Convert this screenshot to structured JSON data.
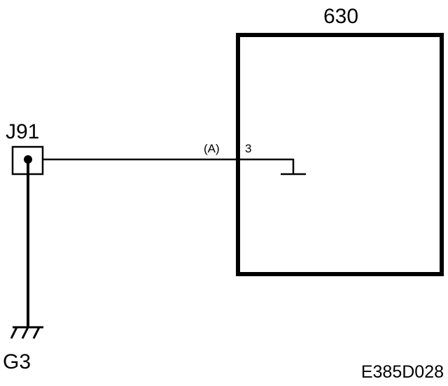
{
  "component": {
    "label": "630",
    "pin_number": "3",
    "connector_id": "(A)"
  },
  "connector": {
    "label": "J91"
  },
  "ground": {
    "label": "G3"
  },
  "figure_ref": "E385D028",
  "colors": {
    "line": "#000000",
    "background": "#ffffff"
  }
}
